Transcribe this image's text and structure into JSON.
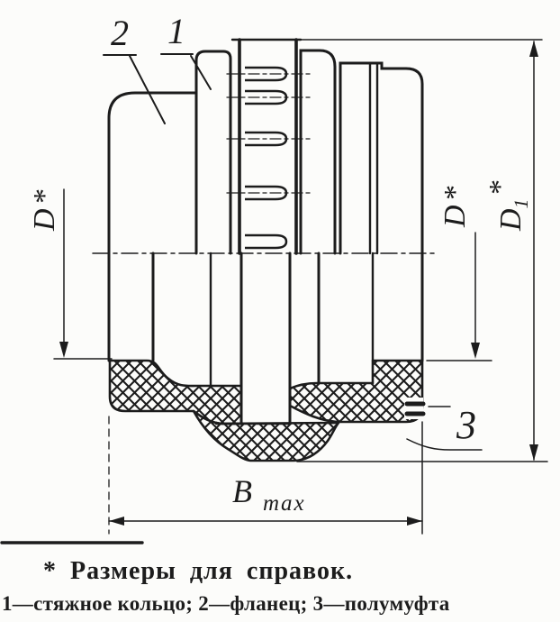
{
  "figure": {
    "callouts": {
      "flange_num": "2",
      "ring_num": "1",
      "half_coupling_num": "3"
    },
    "dims": {
      "d_left": "D*",
      "d_right": "D*",
      "d1_base": "D",
      "d1_sub": "1",
      "d1_star": "*",
      "b_base": "B",
      "b_sub": "max"
    },
    "colors": {
      "ink": "#1c1c1c",
      "paper": "#fcfcfa"
    }
  },
  "footnote": {
    "reference_note": "* Размеры для справок.",
    "legend": "1—стяжное кольцо; 2—фланец; 3—полумуфта"
  }
}
